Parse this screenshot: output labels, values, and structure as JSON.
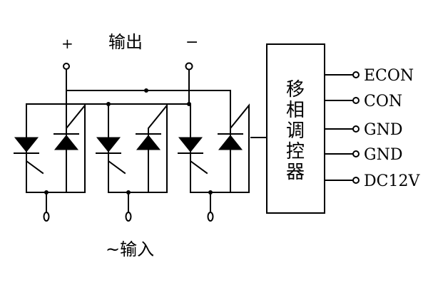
{
  "output_label": "输出",
  "plus_sign": "+",
  "minus_sign": "−",
  "input_label": "~输入",
  "controller": {
    "chars": [
      "移",
      "相",
      "调",
      "控",
      "器"
    ]
  },
  "terminals": [
    "ECON",
    "CON",
    "GND",
    "GND",
    "DC12V"
  ],
  "modules": 3
}
